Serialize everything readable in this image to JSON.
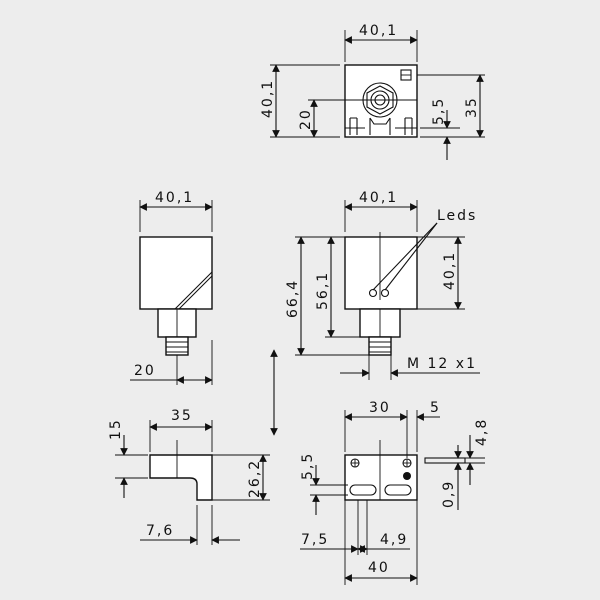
{
  "diagram": {
    "top_view": {
      "width": "40,1",
      "height": "40,1",
      "offset_20": "20",
      "right_5_5": "5,5",
      "right_35": "35"
    },
    "side_view_left": {
      "width": "40,1",
      "bottom_20": "20"
    },
    "front_view_right": {
      "width": "40,1",
      "leds_label": "Leds",
      "height_66_4": "66,4",
      "height_56_1": "56,1",
      "right_40_1": "40,1",
      "thread": "M 12 x1"
    },
    "bracket_left": {
      "width": "35",
      "height_15": "15",
      "height_26_2": "26,2",
      "bottom_7_6": "7,6"
    },
    "bracket_right": {
      "top_30": "30",
      "top_5": "5",
      "right_4_8": "4,8",
      "right_0_9": "0,9",
      "left_5_5": "5,5",
      "bottom_7_5": "7,5",
      "bottom_4_9": "4,9",
      "bottom_40": "40"
    }
  }
}
